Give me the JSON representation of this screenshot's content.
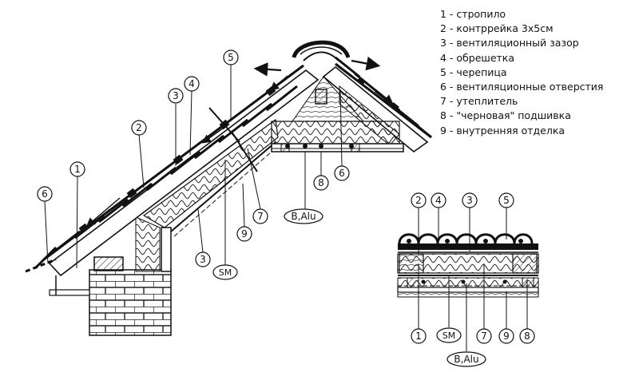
{
  "legend": [
    "1 - стропило",
    "2 - контррейка 3х5см",
    "3 - вентиляционный зазор",
    "4 - обрешетка",
    "5 - черепица",
    "6 - вентиляционные отверстия",
    "7 - утеплитель",
    "8 - \"черновая\" подшивка",
    "9 - внутренняя отделка"
  ],
  "main_section": {
    "callouts": [
      "1",
      "2",
      "3",
      "4",
      "5",
      "6",
      "6",
      "3",
      "7",
      "8",
      "9"
    ],
    "membranes": {
      "sm": "SM",
      "b_alu": "B,Alu"
    }
  },
  "detail_section": {
    "callouts_top": [
      "2",
      "4",
      "3",
      "5"
    ],
    "callouts_bottom": [
      "1",
      "7",
      "9",
      "8"
    ],
    "membranes": {
      "sm": "SM",
      "b_alu": "B,Alu"
    }
  }
}
